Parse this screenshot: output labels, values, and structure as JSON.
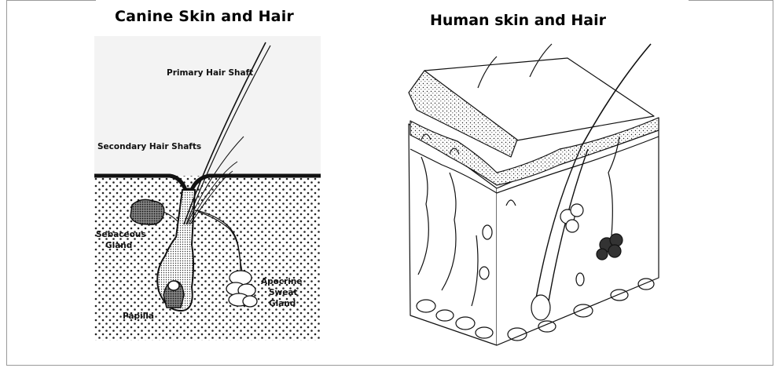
{
  "left_panel": {
    "title": "Canine Skin and Hair",
    "labels": {
      "primary_hair_shaft": "Primary Hair Shaft",
      "secondary_hair_shafts": "Secondary Hair Shafts",
      "sebaceous_gland_line1": "Sebaceous",
      "sebaceous_gland_line2": "Gland",
      "apocrine_line1": "Apocrine",
      "apocrine_line2": "Sweat",
      "apocrine_line3": "Gland",
      "papilla": "Papilla"
    }
  },
  "right_panel": {
    "title": "Human skin and Hair"
  },
  "colors": {
    "background": "#ffffff",
    "ink": "#111111",
    "frame": "#9a9a9a",
    "canine_diagram_bg": "#f3f3f3"
  }
}
